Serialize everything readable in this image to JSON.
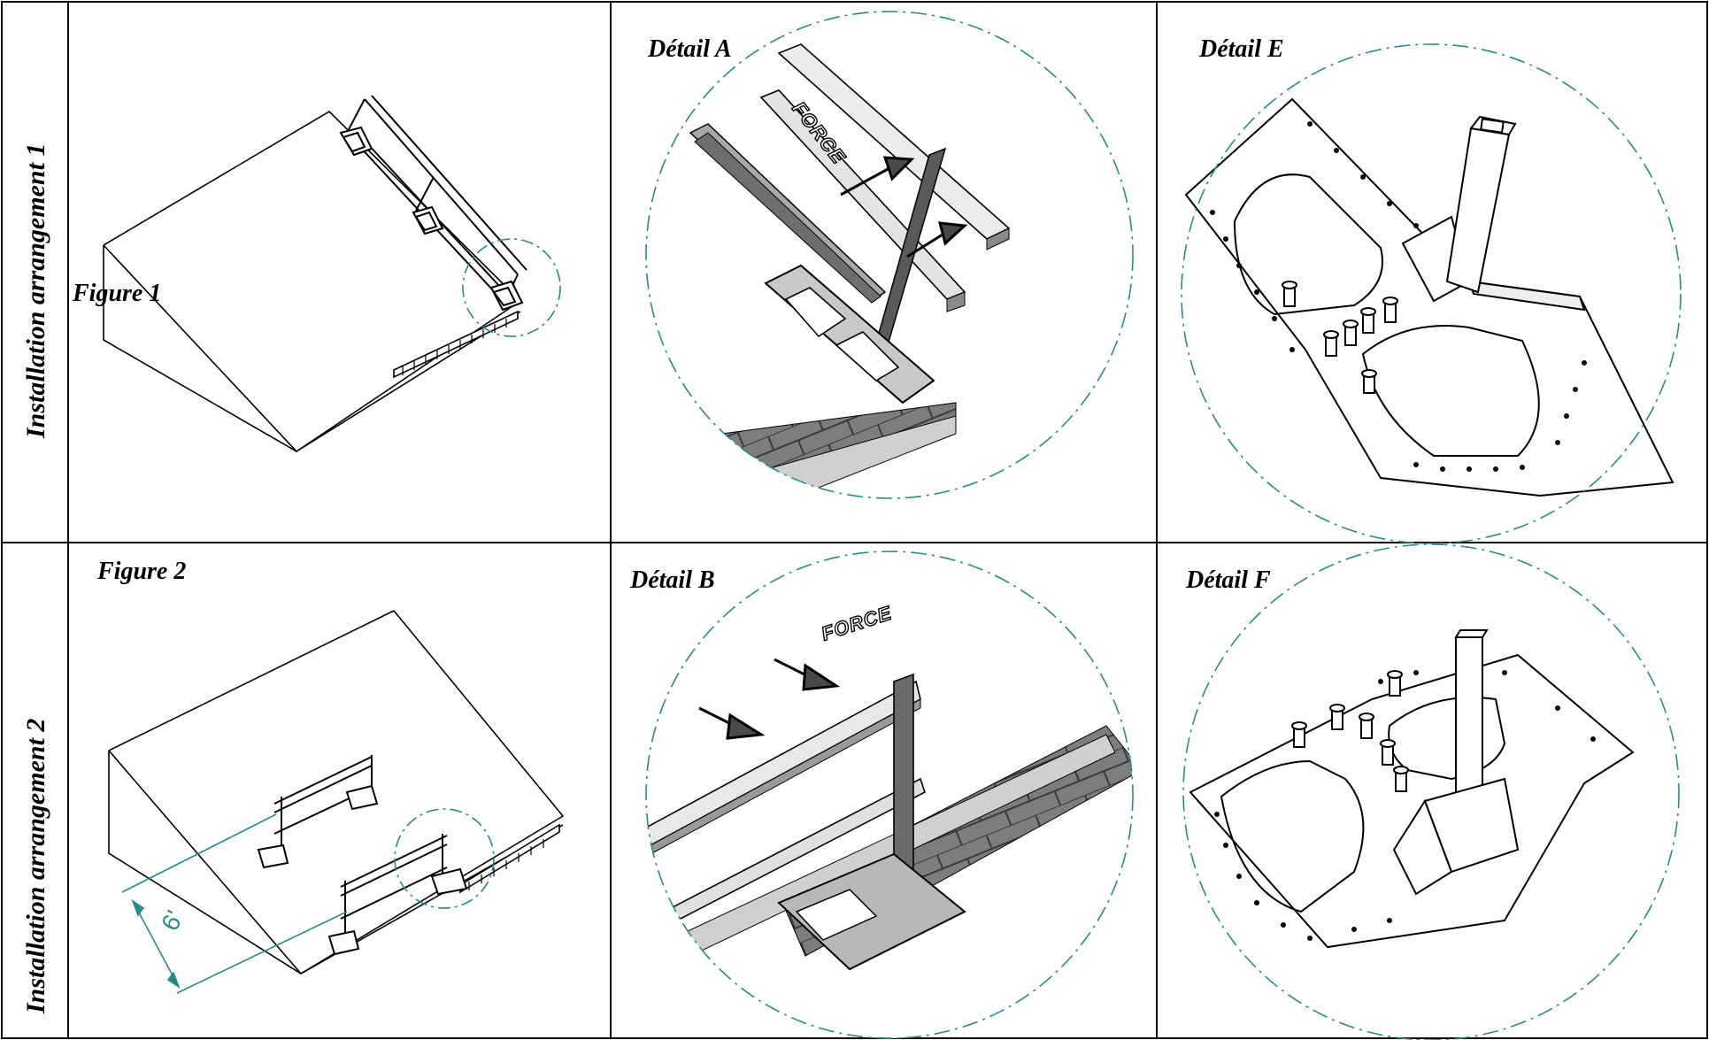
{
  "rows": [
    {
      "label": "Installation arrangement 1"
    },
    {
      "label": "Installation arrangement 2"
    }
  ],
  "figures": {
    "figure1": "Figure 1",
    "figure2": "Figure 2",
    "detailA": "Détail A",
    "detailB": "Détail B",
    "detailE": "Détail E",
    "detailF": "Détail F"
  },
  "annotations": {
    "forceA": "FORCE",
    "forceB": "FORCE",
    "spacing": "6'"
  },
  "colors": {
    "grid": "#000000",
    "detail_circle": "#2a8a8a",
    "roof_shingles": "#7a7a7a",
    "ink": "#000000"
  }
}
